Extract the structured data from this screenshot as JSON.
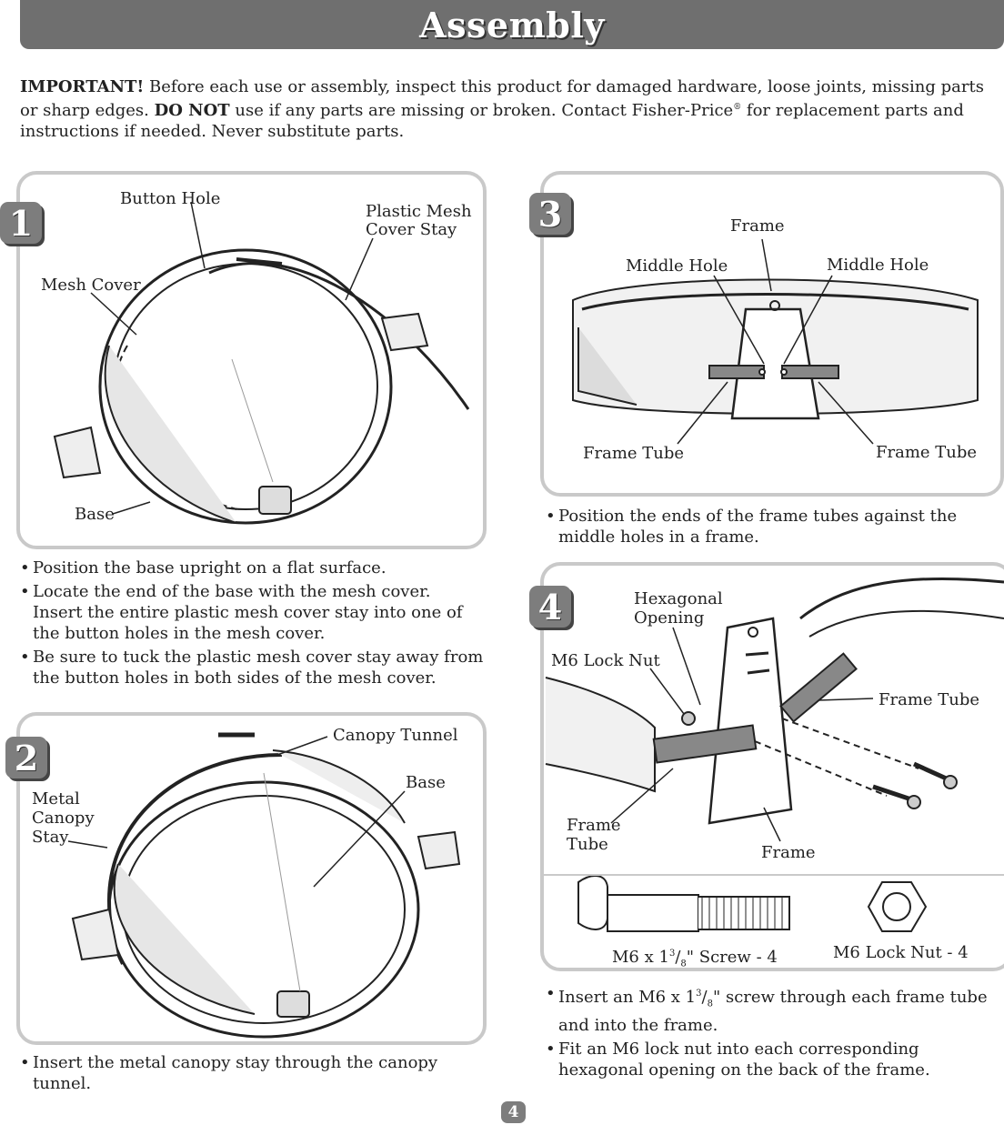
{
  "header": {
    "title": "Assembly"
  },
  "important": {
    "lead": "IMPORTANT!",
    "text1": " Before each use or assembly, inspect this product for damaged hardware, loose joints, missing parts or sharp edges. ",
    "do_not": "DO NOT",
    "text2": " use if any parts are missing or broken. Contact Fisher-Price",
    "reg": "®",
    "text3": " for replacement parts and instructions if needed. Never substitute parts."
  },
  "step1": {
    "number": "1",
    "labels": {
      "button_hole": "Button Hole",
      "plastic_stay_1": "Plastic Mesh",
      "plastic_stay_2": "Cover Stay",
      "mesh_cover": "Mesh Cover",
      "base": "Base"
    },
    "bullets": [
      "Position the base upright on a flat surface.",
      "Locate the end of the base with the mesh cover. Insert the entire plastic mesh cover stay into one of the button holes in the mesh cover.",
      "Be sure to tuck the plastic mesh cover stay away from the button holes in both sides of the mesh cover."
    ]
  },
  "step2": {
    "number": "2",
    "labels": {
      "canopy_tunnel": "Canopy Tunnel",
      "base": "Base",
      "metal_stay_1": "Metal",
      "metal_stay_2": "Canopy",
      "metal_stay_3": "Stay"
    },
    "bullets": [
      "Insert the metal canopy stay through the canopy tunnel."
    ]
  },
  "step3": {
    "number": "3",
    "labels": {
      "frame": "Frame",
      "middle_hole_left": "Middle Hole",
      "middle_hole_right": "Middle Hole",
      "frame_tube_left": "Frame Tube",
      "frame_tube_right": "Frame Tube"
    },
    "bullets": [
      "Position the ends of the frame tubes against the middle holes in a frame."
    ]
  },
  "step4": {
    "number": "4",
    "labels": {
      "hex_1": "Hexagonal",
      "hex_2": "Opening",
      "m6_lock_nut": "M6 Lock Nut",
      "frame_tube_right": "Frame Tube",
      "frame_tube_left_1": "Frame",
      "frame_tube_left_2": "Tube",
      "frame": "Frame"
    },
    "parts": {
      "screw_a": "M6 x 1",
      "screw_num": "3",
      "screw_den": "8",
      "screw_b": "\" Screw - 4",
      "nut": "M6 Lock Nut - 4"
    },
    "bullets": [
      {
        "a": "Insert an M6 x 1",
        "num": "3",
        "den": "8",
        "b": "\" screw through each frame tube and into the frame."
      },
      {
        "a": "Fit an M6 lock nut into each corresponding hexagonal opening on the back of the frame."
      }
    ]
  },
  "footer": {
    "page_number": "4"
  }
}
